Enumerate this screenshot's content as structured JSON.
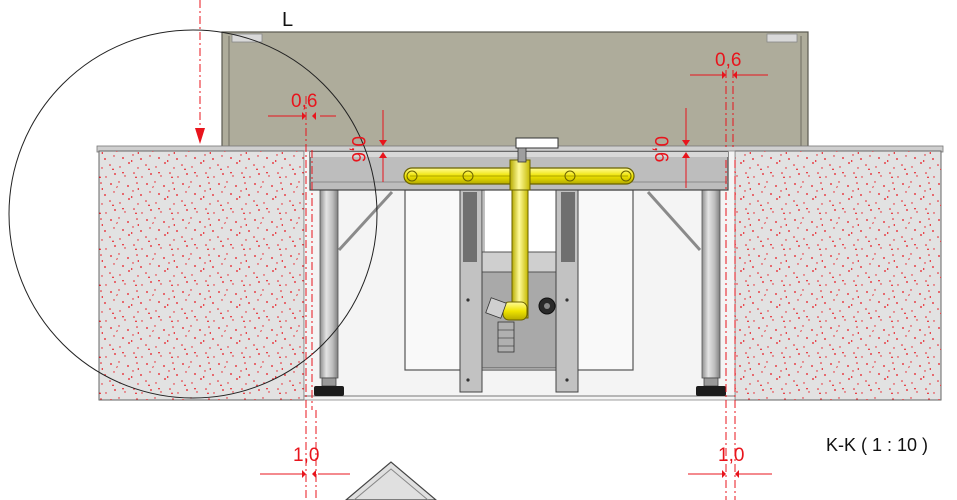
{
  "drawing": {
    "detail_label": "L",
    "section_label": "K-K ( 1 : 10 )",
    "dimensions": {
      "top_gap_right": "0,6",
      "top_gap_left": "0,6",
      "vertical_gap_left": "0,6",
      "vertical_gap_right": "0,6",
      "bottom_gap_left": "1,0",
      "bottom_gap_right": "1,0"
    }
  },
  "colors": {
    "dimension": "#e8141c",
    "panel": "#aeac9b",
    "concrete": "#e2e2e2",
    "hatch": "#e8141c",
    "frame": "#c7c7c7",
    "pipe": "#efe400"
  }
}
